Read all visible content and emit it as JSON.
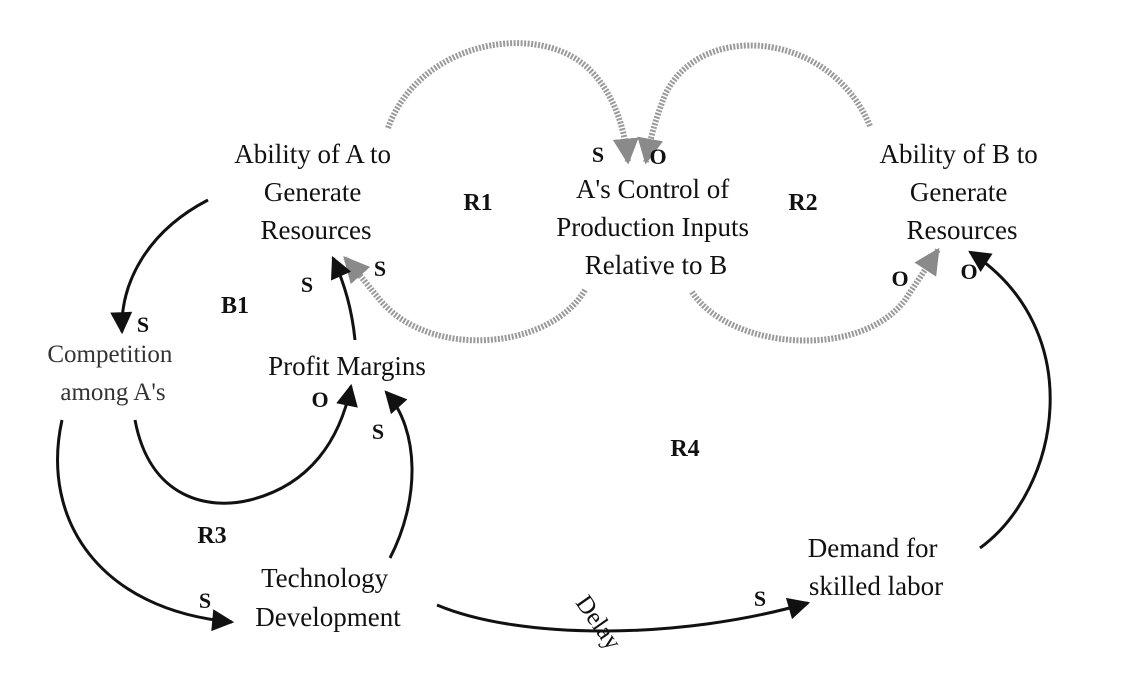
{
  "nodes": {
    "ability_a": [
      "Ability of A to",
      "Generate",
      "Resources"
    ],
    "control": [
      "A's Control of",
      "Production Inputs",
      "Relative to B"
    ],
    "ability_b": [
      "Ability of B to",
      "Generate",
      "Resources"
    ],
    "competition": [
      "Competition",
      "among A's"
    ],
    "profit": [
      "Profit Margins"
    ],
    "technology": [
      "Technology",
      "Development"
    ],
    "demand": [
      "Demand for",
      "skilled labor"
    ]
  },
  "loops": {
    "r1": "R1",
    "r2": "R2",
    "b1": "B1",
    "r3": "R3",
    "r4": "R4"
  },
  "polarities": {
    "a_to_control": "S",
    "b_to_control": "O",
    "control_to_a": "S",
    "control_to_b": "O",
    "a_to_competition": "S",
    "profit_to_a": "S",
    "competition_to_profit": "O",
    "tech_to_profit": "S",
    "competition_to_tech": "S",
    "tech_to_demand": "S",
    "demand_to_b": "O"
  },
  "delay_label": "Delay",
  "colors": {
    "causal_link": "#111111",
    "core_loop_link": "#9a9a9a"
  }
}
